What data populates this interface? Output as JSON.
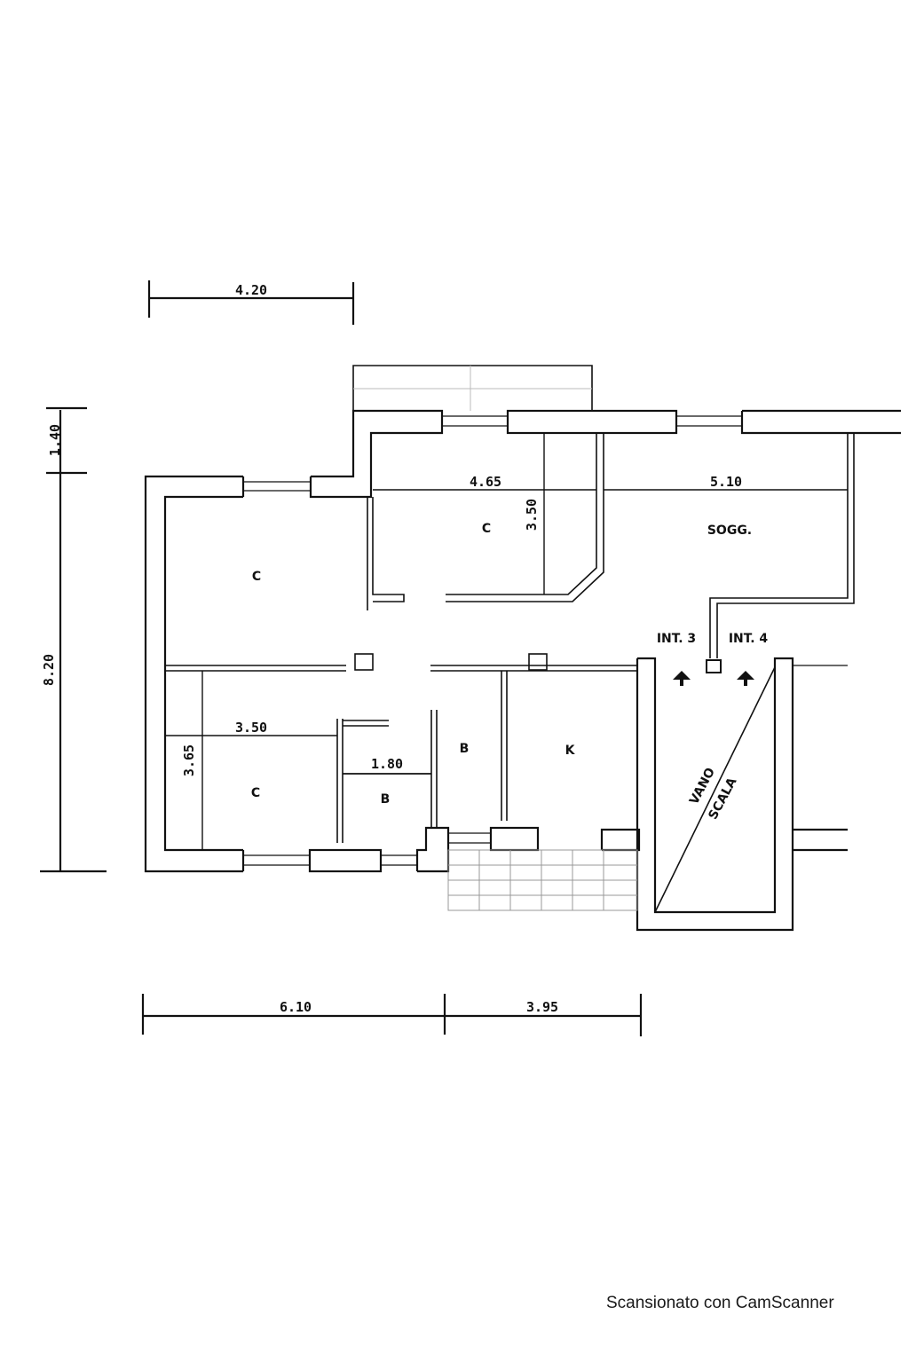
{
  "dimensions": {
    "top_width": "4.20",
    "left_small": "1.40",
    "left_total": "8.20",
    "room_c2_width": "4.65",
    "room_c2_depth": "3.50",
    "living_width": "5.10",
    "room_c3_width": "3.50",
    "room_c3_depth": "3.65",
    "bath_width": "1.80",
    "bottom_left": "6.10",
    "bottom_right": "3.95"
  },
  "rooms": {
    "bedroom_large": "C",
    "bedroom_top": "C",
    "bedroom_bottom": "C",
    "living": "SOGG.",
    "bath_small": "B",
    "bath_main": "B",
    "kitchen": "K"
  },
  "units": {
    "int3": "INT. 3",
    "int4": "INT. 4"
  },
  "stair": {
    "line1": "VANO",
    "line2": "SCALA"
  },
  "footer": "Scansionato con CamScanner"
}
